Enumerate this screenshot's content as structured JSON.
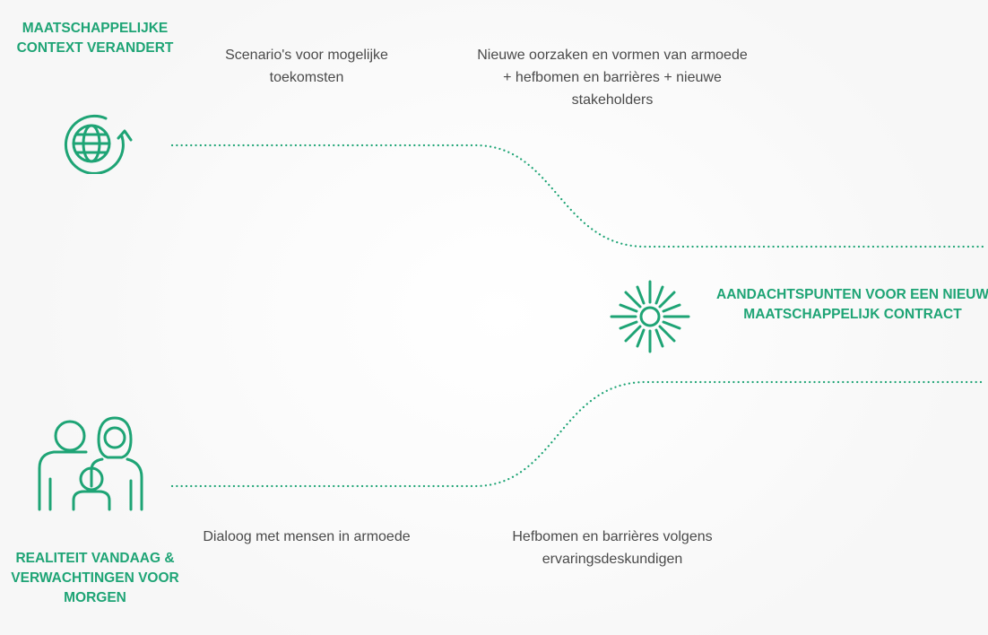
{
  "headings": {
    "context": "MAATSCHAPPELIJKE CONTEXT VERANDERT",
    "outcome": "AANDACHTSPUNTEN VOOR EEN NIEUW MAATSCHAPPELIJK CONTRACT",
    "reality": "REALITEIT VANDAAG & VERWACHTINGEN VOOR MORGEN"
  },
  "notes": {
    "scenarios": "Scenario's voor mogelijke toekomsten",
    "new_causes": "Nieuwe oorzaken en vormen van armoede + hefbomen en barrières + nieuwe stakeholders",
    "dialogue": "Dialoog met mensen in armoede",
    "levers": "Hefbomen en barrières volgens ervaringsdeskundigen"
  },
  "icons": {
    "context": "globe-cycle-icon",
    "outcome": "sunburst-icon",
    "reality": "family-icon"
  },
  "colors": {
    "accent": "#1ea475",
    "text": "#4a4a4a"
  }
}
